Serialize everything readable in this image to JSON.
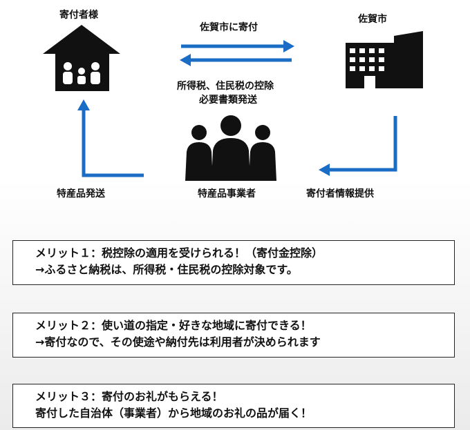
{
  "diagram": {
    "donor_label": "寄付者様",
    "city_label": "佐賀市",
    "donate_label": "佐賀市に寄付",
    "deduction_line1": "所得税、住民税の控除",
    "deduction_line2": "必要書類発送",
    "provider_label": "特産品事業者",
    "ship_label": "特産品発送",
    "info_label": "寄付者情報提供",
    "colors": {
      "arrow": "#1a6cc4",
      "icon": "#111111"
    },
    "icons": [
      "house-family-icon",
      "building-icon",
      "people-group-icon"
    ]
  },
  "merits": [
    {
      "line1": "メリット１：税控除の適用を受けられる！（寄付金控除）",
      "line2": "→ふるさと納税は、所得税・住民税の控除対象です。"
    },
    {
      "line1": "メリット２：使い道の指定・好きな地域に寄付できる！",
      "line2": "→寄付なので、その使途や納付先は利用者が決められます"
    },
    {
      "line1": "メリット３：寄付のお礼がもらえる！",
      "line2": "寄付した自治体（事業者）から地域のお礼の品が届く！"
    }
  ]
}
